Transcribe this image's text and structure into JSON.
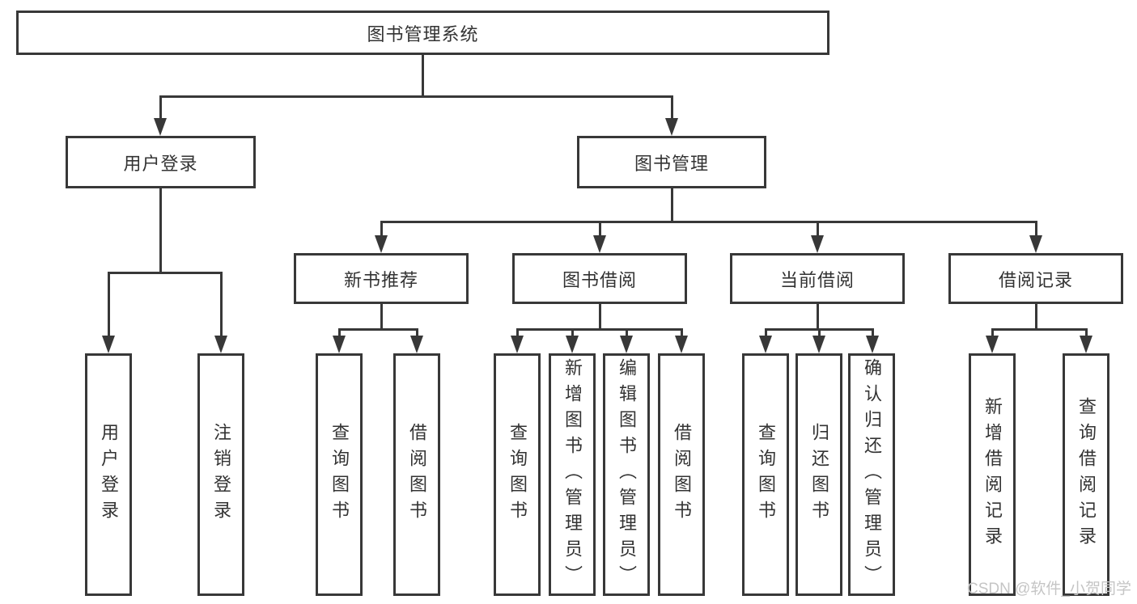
{
  "diagram": {
    "root": {
      "label": "图书管理系统"
    },
    "level2": [
      {
        "label": "用户登录"
      },
      {
        "label": "图书管理"
      }
    ],
    "level3": [
      {
        "label": "新书推荐"
      },
      {
        "label": "图书借阅"
      },
      {
        "label": "当前借阅"
      },
      {
        "label": "借阅记录"
      }
    ],
    "leaves": [
      {
        "label": "用户登录"
      },
      {
        "label": "注销登录"
      },
      {
        "label": "查询图书"
      },
      {
        "label": "借阅图书"
      },
      {
        "label": "查询图书"
      },
      {
        "label": "新增图书（管理员）"
      },
      {
        "label": "编辑图书（管理员）"
      },
      {
        "label": "借阅图书"
      },
      {
        "label": "查询图书"
      },
      {
        "label": "归还图书"
      },
      {
        "label": "确认归还（管理员）"
      },
      {
        "label": "新增借阅记录"
      },
      {
        "label": "查询借阅记录"
      }
    ]
  },
  "watermark": {
    "text": "CSDN @软件_小贺同学"
  },
  "colors": {
    "line": "#383838",
    "text": "#333333",
    "watermark": "#c5c5c5",
    "background": "#ffffff"
  }
}
